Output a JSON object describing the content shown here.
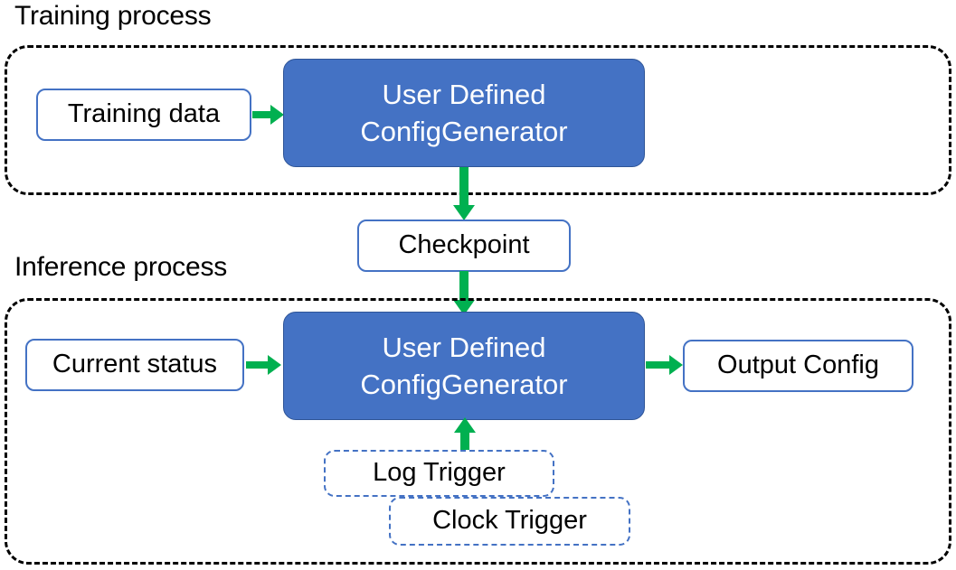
{
  "diagram": {
    "title_training": "Training process",
    "title_inference": "Inference process",
    "colors": {
      "process_fill": "#4472C4",
      "process_border": "#2F5597",
      "node_border": "#4472C4",
      "group_border": "#000000",
      "arrow": "#00B050",
      "text_dark": "#000000",
      "text_light": "#FFFFFF",
      "background": "#FFFFFF"
    }
  },
  "training": {
    "label": "Training process",
    "input": {
      "label": "Training data"
    },
    "process": {
      "line1": "User Defined",
      "line2": "ConfigGenerator"
    }
  },
  "bridge": {
    "checkpoint": {
      "label": "Checkpoint"
    }
  },
  "inference": {
    "label": "Inference process",
    "input": {
      "label": "Current status"
    },
    "process": {
      "line1": "User Defined",
      "line2": "ConfigGenerator"
    },
    "output": {
      "label": "Output Config"
    },
    "triggers": [
      {
        "label": "Log Trigger"
      },
      {
        "label": "Clock Trigger"
      }
    ]
  },
  "arrows": [
    {
      "name": "training-data-to-process",
      "direction": "right"
    },
    {
      "name": "training-process-to-checkpoint",
      "direction": "down"
    },
    {
      "name": "checkpoint-to-inference-process",
      "direction": "down"
    },
    {
      "name": "current-status-to-process",
      "direction": "right"
    },
    {
      "name": "process-to-output-config",
      "direction": "right"
    },
    {
      "name": "triggers-to-process",
      "direction": "up"
    }
  ]
}
